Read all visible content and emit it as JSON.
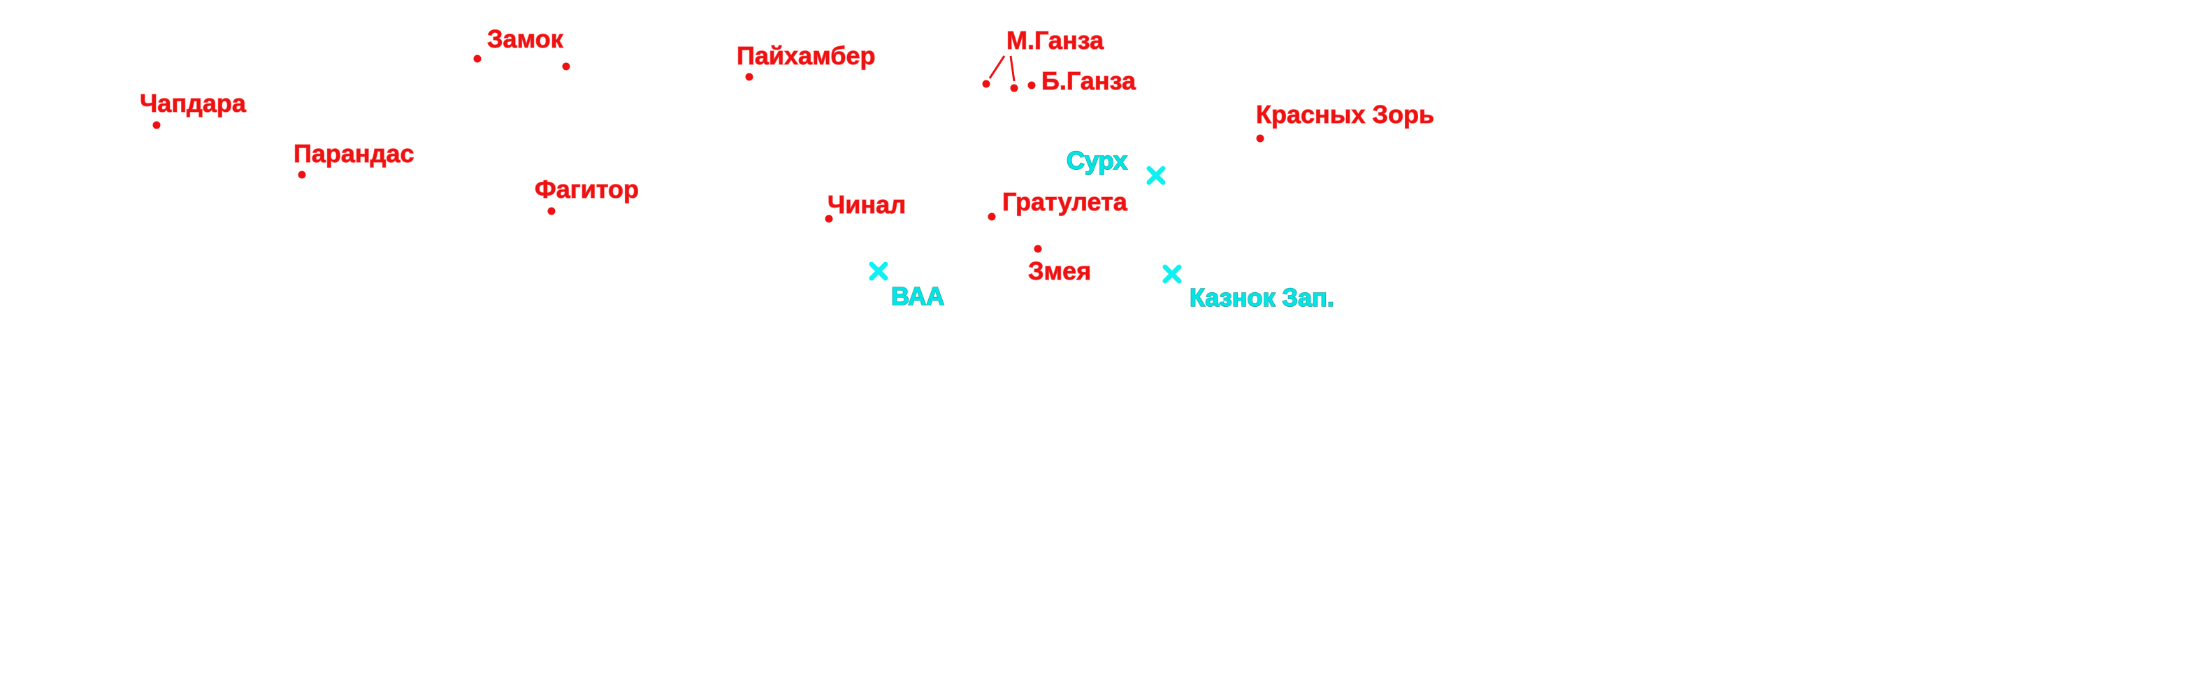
{
  "map": {
    "colors": {
      "settlement": "#ee1111",
      "station": "#00e5e5"
    },
    "settlements": [
      {
        "name": "Чапдара",
        "icon": "dot"
      },
      {
        "name": "Замок",
        "icon": "dot"
      },
      {
        "name": "Парандас",
        "icon": "dot"
      },
      {
        "name": "Фагитор",
        "icon": "dot"
      },
      {
        "name": "Пайхамбер",
        "icon": "dot"
      },
      {
        "name": "Чинал",
        "icon": "dot"
      },
      {
        "name": "М.Ганза",
        "icon": "dot"
      },
      {
        "name": "Б.Ганза",
        "icon": "dot"
      },
      {
        "name": "Гратулета",
        "icon": "dot"
      },
      {
        "name": "Змея",
        "icon": "dot"
      },
      {
        "name": "Красных Зорь",
        "icon": "dot"
      }
    ],
    "stations": [
      {
        "name": "Сурх",
        "icon": "x-mark"
      },
      {
        "name": "ВАА",
        "icon": "x-mark"
      },
      {
        "name": "Казнок Зап.",
        "icon": "x-mark"
      }
    ]
  }
}
